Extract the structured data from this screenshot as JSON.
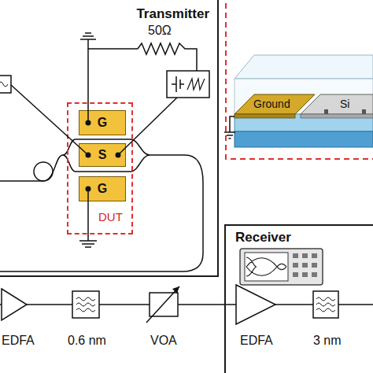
{
  "diagram": {
    "nodes": [
      {
        "text": [
          "Transmitter"
        ]
      },
      {
        "text": [
          "DUT"
        ],
        "in": 0
      },
      {
        "text": [
          "G"
        ],
        "in": 1
      },
      {
        "text": [
          "S"
        ],
        "in": 1
      },
      {
        "text": [
          "G"
        ],
        "in": 1
      },
      {
        "text": [
          "Receiver"
        ]
      }
    ],
    "labels": [
      "50Ω",
      "Ground",
      "Si",
      "EDFA",
      "0.6 nm",
      "VOA",
      "EDFA",
      "3 nm"
    ]
  }
}
